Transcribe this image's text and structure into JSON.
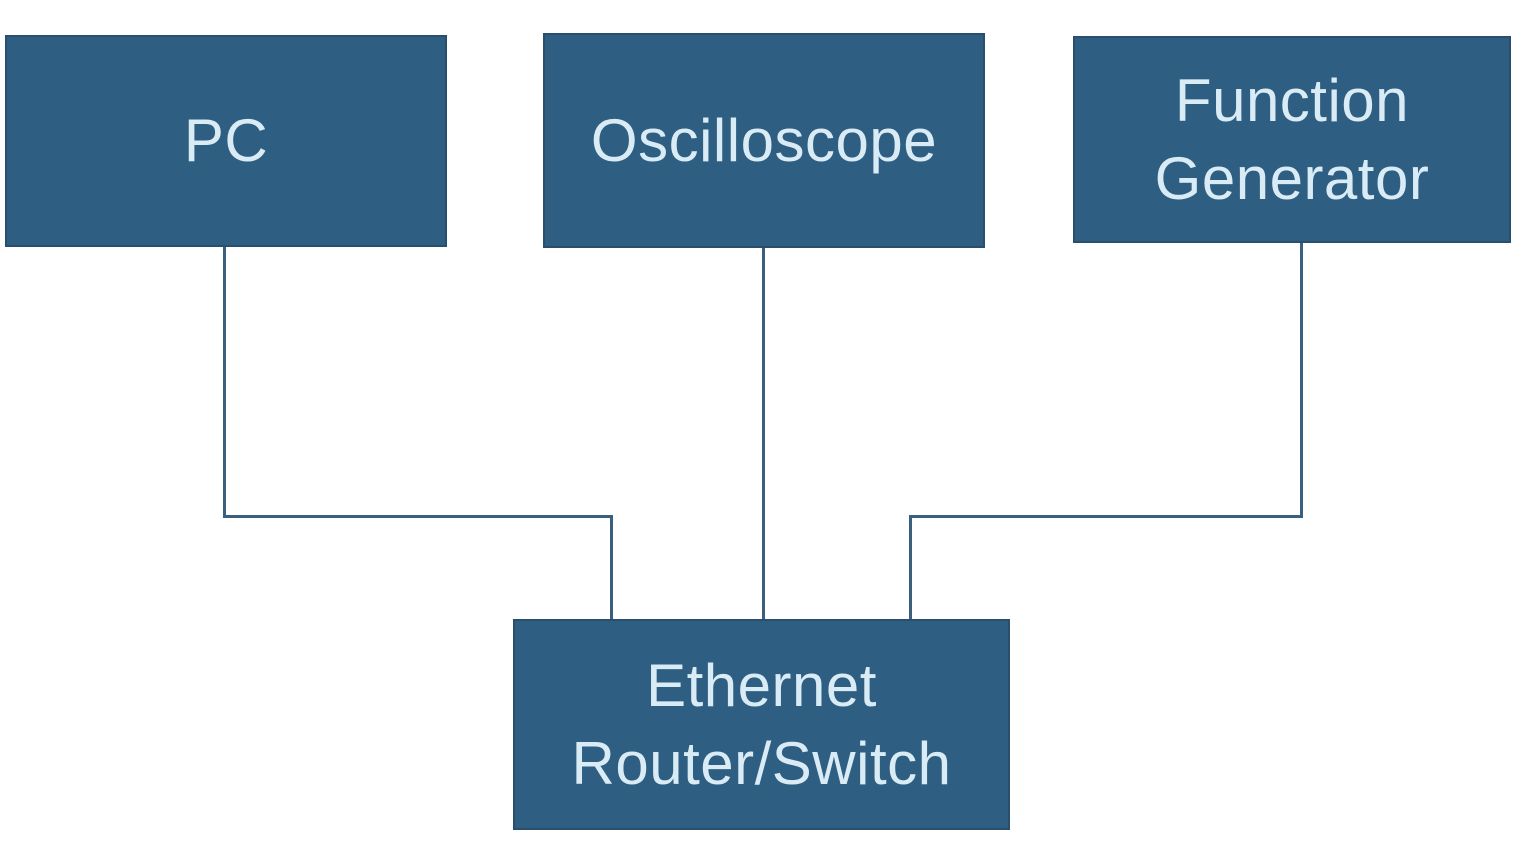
{
  "diagram": {
    "type": "network-topology-diagram",
    "nodes": [
      {
        "id": "pc",
        "label": "PC"
      },
      {
        "id": "oscilloscope",
        "label": "Oscilloscope"
      },
      {
        "id": "function-generator",
        "label": "Function Generator"
      },
      {
        "id": "ethernet-router-switch",
        "label": "Ethernet Router/Switch"
      }
    ],
    "edges": [
      {
        "from": "PC",
        "to": "Ethernet Router/Switch",
        "style": "elbow"
      },
      {
        "from": "Oscilloscope",
        "to": "Ethernet Router/Switch",
        "style": "straight"
      },
      {
        "from": "Function Generator",
        "to": "Ethernet Router/Switch",
        "style": "elbow"
      }
    ],
    "colors": {
      "node_fill": "#2e5e81",
      "node_border": "#2a4f6c",
      "node_text": "#d9ebf5",
      "connector": "#3a607f",
      "background": "#ffffff"
    }
  }
}
